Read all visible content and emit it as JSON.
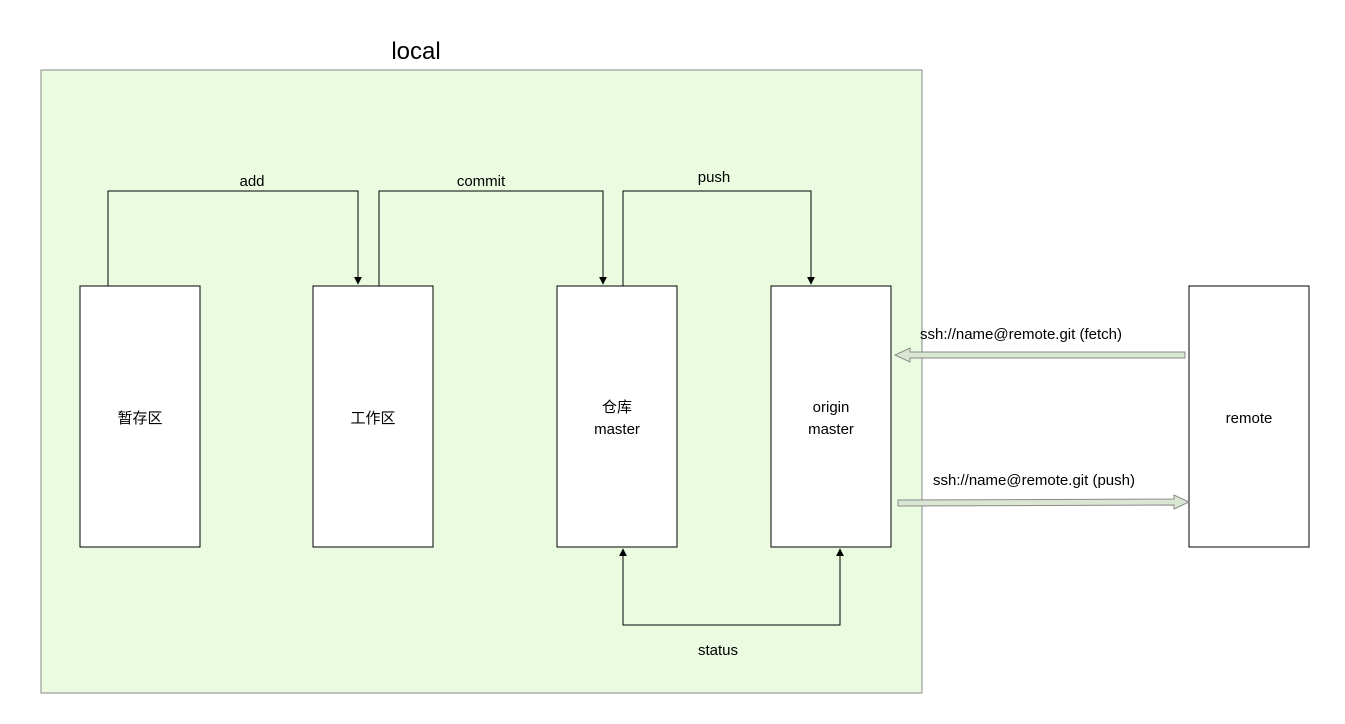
{
  "diagram": {
    "group": {
      "title": "local",
      "fill_color": "#eafbe0"
    },
    "nodes": {
      "staging": {
        "lines": [
          "暂存区"
        ]
      },
      "workspace": {
        "lines": [
          "工作区"
        ]
      },
      "repository": {
        "lines": [
          "仓库",
          "master"
        ]
      },
      "origin": {
        "lines": [
          "origin",
          "master"
        ]
      },
      "remote": {
        "lines": [
          "remote"
        ]
      }
    },
    "edges": {
      "add": "add",
      "commit": "commit",
      "push": "push",
      "status": "status",
      "fetch": "ssh://name@remote.git (fetch)",
      "remote_push": "ssh://name@remote.git (push)"
    },
    "colors": {
      "line": "#000000",
      "node_border": "#000000",
      "hollow_arrow_stroke": "#8a8a8a",
      "hollow_arrow_fill": "#d9e6d2"
    }
  }
}
